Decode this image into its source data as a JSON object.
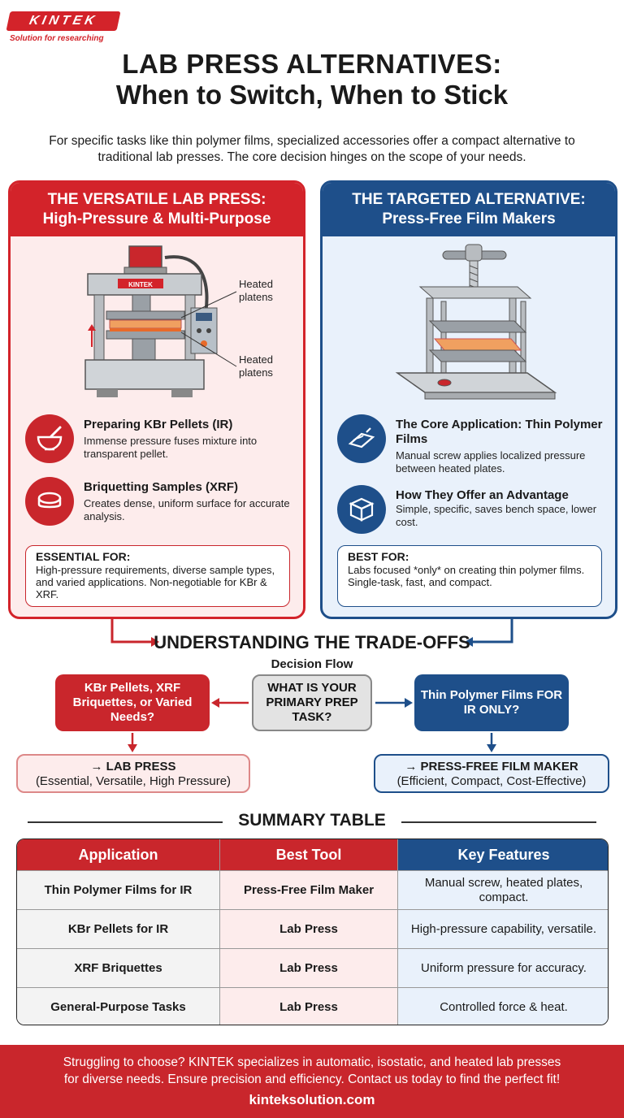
{
  "brand": {
    "logo": "KINTEK",
    "tagline": "Solution for researching"
  },
  "header": {
    "title_line1": "LAB PRESS ALTERNATIVES:",
    "title_line2": "When to Switch, When to Stick",
    "intro": "For specific tasks like thin polymer films, specialized accessories offer a compact alternative to traditional lab presses. The core decision hinges on the scope of your needs."
  },
  "left_panel": {
    "title_line1": "THE VERSATILE LAB PRESS:",
    "title_line2": "High-Pressure & Multi-Purpose",
    "press_brand": "KINTEK",
    "callout_top": "Heated platens",
    "callout_bottom": "Heated platens",
    "features": [
      {
        "icon": "mortar-pestle-icon",
        "title": "Preparing KBr Pellets (IR)",
        "desc": "Immense pressure fuses mixture into transparent pellet."
      },
      {
        "icon": "pellet-disc-icon",
        "title": "Briquetting Samples (XRF)",
        "desc": "Creates dense, uniform surface for accurate analysis."
      }
    ],
    "note_title": "ESSENTIAL FOR:",
    "note_text": "High-pressure requirements, diverse sample types, and varied applications. Non-negotiable for KBr & XRF.",
    "accent": "#d3232a"
  },
  "right_panel": {
    "title_line1": "THE TARGETED ALTERNATIVE:",
    "title_line2": "Press-Free Film Makers",
    "features": [
      {
        "icon": "film-sheet-icon",
        "title": "The Core Application: Thin Polymer Films",
        "desc": "Manual screw applies localized pressure between heated plates."
      },
      {
        "icon": "box-icon",
        "title": "How They Offer an Advantage",
        "desc": "Simple, specific, saves bench space, lower cost."
      }
    ],
    "note_title": "BEST FOR:",
    "note_text": "Labs focused *only* on creating thin polymer films. Single-task, fast, and compact.",
    "accent": "#1e4f8a"
  },
  "tradeoffs": {
    "title": "UNDERSTANDING THE TRADE-OFFS",
    "flow_label": "Decision Flow",
    "left_question": "KBr Pellets, XRF Briquettes, or Varied Needs?",
    "center_question": "WHAT IS YOUR PRIMARY PREP TASK?",
    "right_question": "Thin Polymer Films FOR IR ONLY?",
    "left_outcome_title": "→ LAB PRESS",
    "left_outcome_desc": "(Essential, Versatile, High Pressure)",
    "right_outcome_title": "→ PRESS-FREE FILM MAKER",
    "right_outcome_desc": "(Efficient, Compact, Cost-Effective)"
  },
  "summary": {
    "title": "SUMMARY TABLE",
    "headers": [
      "Application",
      "Best Tool",
      "Key Features"
    ],
    "rows": [
      [
        "Thin Polymer Films for IR",
        "Press-Free Film Maker",
        "Manual screw, heated plates, compact."
      ],
      [
        "KBr Pellets for IR",
        "Lab Press",
        "High-pressure capability, versatile."
      ],
      [
        "XRF Briquettes",
        "Lab Press",
        "Uniform pressure for accuracy."
      ],
      [
        "General-Purpose Tasks",
        "Lab Press",
        "Controlled force & heat."
      ]
    ]
  },
  "footer": {
    "line1": "Struggling to choose? KINTEK specializes in automatic, isostatic, and heated lab presses",
    "line2": "for diverse needs. Ensure precision and efficiency. Contact us today to find the perfect fit!",
    "url": "kinteksolution.com"
  }
}
